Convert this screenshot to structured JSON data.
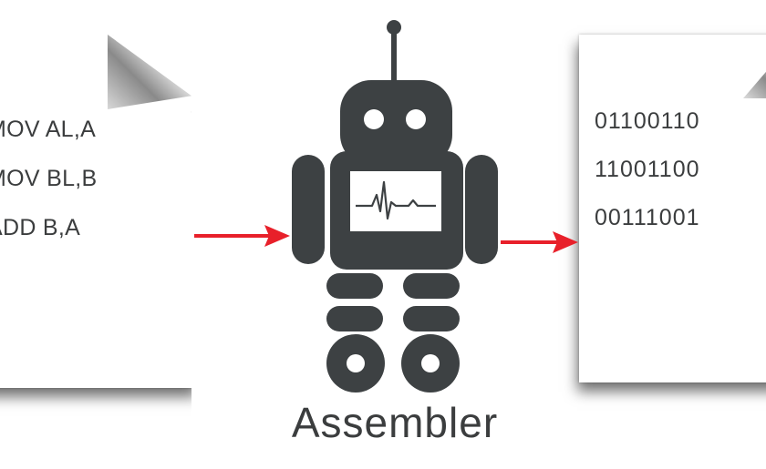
{
  "source_code": {
    "lines": [
      "MOV AL,A",
      "MOV BL,B",
      "ADD B,A"
    ]
  },
  "machine_code": {
    "lines": [
      "01100110",
      "11001100",
      "00111001"
    ]
  },
  "caption": "Assembler",
  "icons": {
    "robot": "robot-icon",
    "arrow": "arrow-right-icon",
    "waveform": "heartbeat-waveform-icon",
    "document": "document-icon"
  },
  "colors": {
    "robot": "#3d4143",
    "arrow": "#e8202a",
    "text": "#3b3d3e"
  }
}
